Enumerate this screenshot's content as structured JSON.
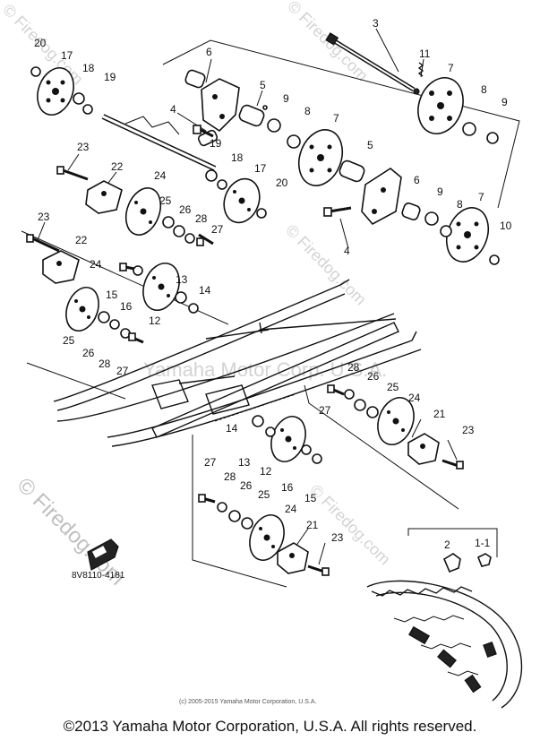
{
  "watermarks": [
    "© Firedog.com",
    "© Firedog.com",
    "© Firedog.com",
    "© Firedog.com",
    "© Firedog.com",
    "Yamaha Motor Corp. U.S.A."
  ],
  "callouts": [
    "3",
    "11",
    "7",
    "8",
    "9",
    "20",
    "17",
    "18",
    "19",
    "6",
    "5",
    "9",
    "8",
    "4",
    "7",
    "5",
    "23",
    "22",
    "24",
    "19",
    "18",
    "17",
    "20",
    "6",
    "9",
    "8",
    "7",
    "10",
    "25",
    "26",
    "28",
    "27",
    "4",
    "23",
    "22",
    "24",
    "15",
    "16",
    "13",
    "14",
    "12",
    "25",
    "26",
    "28",
    "27",
    "28",
    "26",
    "25",
    "24",
    "27",
    "21",
    "23",
    "14",
    "13",
    "12",
    "16",
    "15",
    "27",
    "28",
    "26",
    "25",
    "24",
    "21",
    "23",
    "2",
    "1-1"
  ],
  "part_code": "8V8110-4181",
  "small_copyright": "(c) 2005-2015 Yamaha Motor Corporation, U.S.A.",
  "copyright": "©2013 Yamaha Motor Corporation, U.S.A. All rights reserved."
}
